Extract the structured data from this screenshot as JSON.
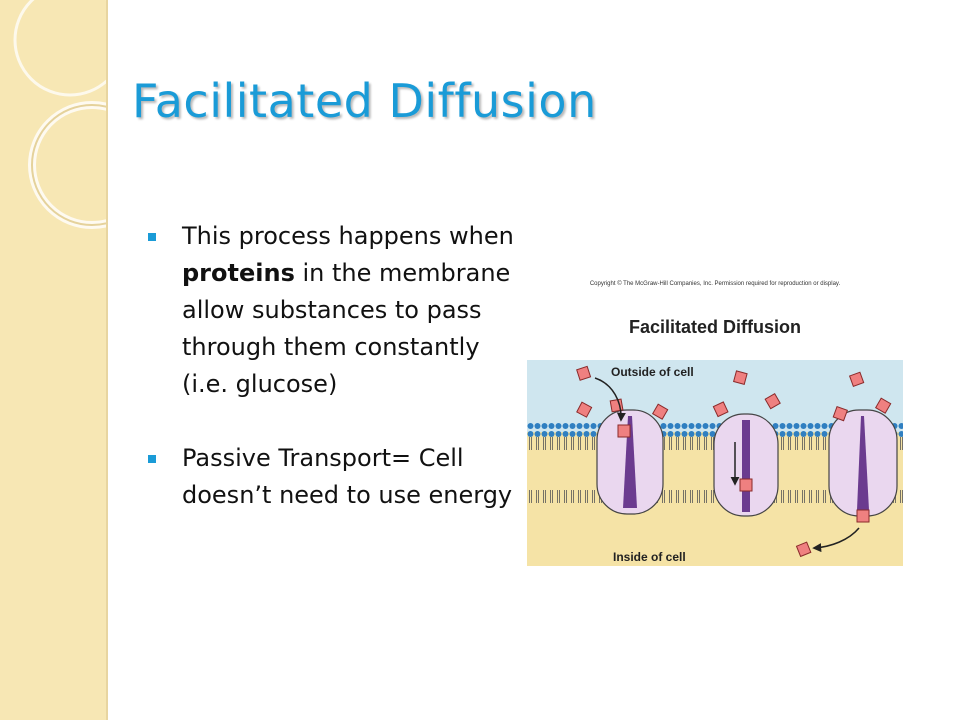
{
  "slide": {
    "title": "Facilitated Diffusion",
    "bullets": [
      {
        "before": "This process happens when ",
        "bold": "proteins",
        "after": " in the membrane allow substances to pass through them constantly (i.e. glucose)"
      },
      {
        "text": "Passive Transport= Cell doesn’t need to use energy"
      }
    ]
  },
  "figure": {
    "copyright": "Copyright © The McGraw-Hill Companies, Inc. Permission required for reproduction or display.",
    "title": "Facilitated Diffusion",
    "outside_label": "Outside of cell",
    "inside_label": "Inside of cell"
  },
  "colors": {
    "title": "#1a9bd7",
    "bullet_marker": "#1a9bd7",
    "sidebar": "#f7e7b4",
    "outside": "#cfe6ef",
    "inside": "#f5e3a6",
    "protein": "#ead7ef",
    "particle": "#ef8080"
  }
}
